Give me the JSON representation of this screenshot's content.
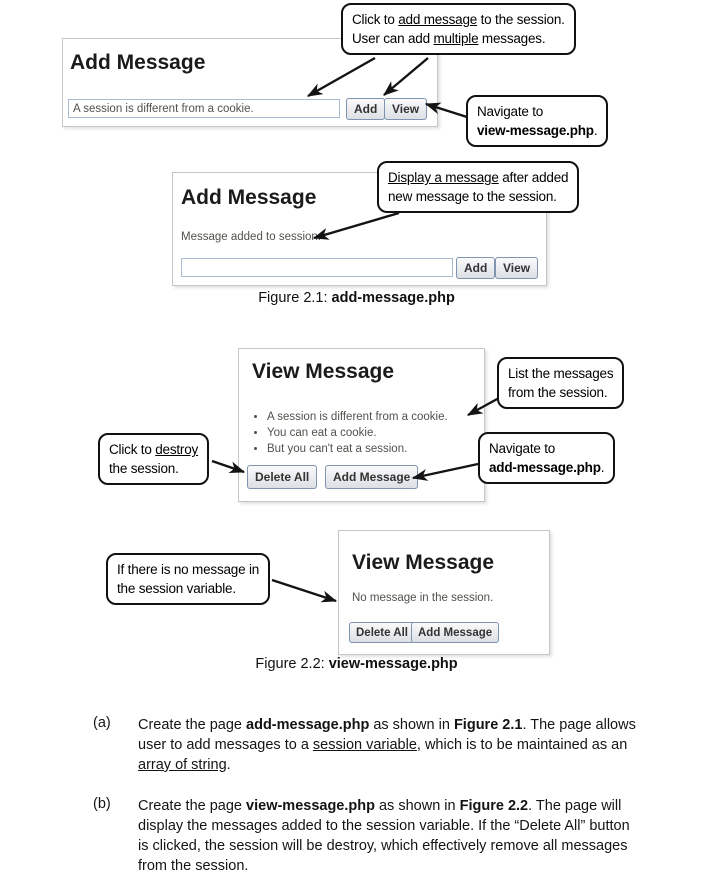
{
  "colors": {
    "callout_border": "#111111",
    "panel_border": "#c6c6c6",
    "button_border": "#7f94ae",
    "muted_text": "#52514b"
  },
  "callouts": {
    "c1": {
      "lines": [
        [
          {
            "t": "Click to "
          },
          {
            "t": "add message"
          },
          {
            "t": " to the session."
          }
        ],
        [
          {
            "t": "User can add "
          },
          {
            "t": "multiple"
          },
          {
            "t": " messages."
          }
        ]
      ]
    },
    "c2": {
      "lines": [
        [
          {
            "t": "Navigate to"
          }
        ],
        [
          {
            "t": "view-message.php"
          },
          {
            "t": "."
          }
        ]
      ]
    },
    "c3": {
      "lines": [
        [
          {
            "t": "Display a message"
          },
          {
            "t": " after added"
          }
        ],
        [
          {
            "t": "new message to the session."
          }
        ]
      ]
    },
    "c4": {
      "lines": [
        [
          {
            "t": "List the messages"
          }
        ],
        [
          {
            "t": "from the session."
          }
        ]
      ]
    },
    "c5": {
      "lines": [
        [
          {
            "t": "Click to "
          },
          {
            "t": "destroy"
          }
        ],
        [
          {
            "t": "the session."
          }
        ]
      ]
    },
    "c6": {
      "lines": [
        [
          {
            "t": "Navigate to"
          }
        ],
        [
          {
            "t": "add-message.php"
          },
          {
            "t": "."
          }
        ]
      ]
    },
    "c7": {
      "lines": [
        [
          {
            "t": "If there is no message in"
          }
        ],
        [
          {
            "t": "the session variable."
          }
        ]
      ]
    }
  },
  "screens": {
    "add1": {
      "title": "Add Message",
      "input_value": "A session is different from a cookie.",
      "add_button": "Add",
      "view_button": "View"
    },
    "add2": {
      "title": "Add Message",
      "status": "Message added to session.",
      "input_value": "",
      "add_button": "Add",
      "view_button": "View"
    },
    "view1": {
      "title": "View Message",
      "bullets": [
        "A session is different from a cookie.",
        "You can eat a cookie.",
        "But you can't eat a session."
      ],
      "delete_button": "Delete All",
      "add_button": "Add Message"
    },
    "view2": {
      "title": "View Message",
      "status": "No message in the session.",
      "delete_button": "Delete All",
      "add_button": "Add Message"
    }
  },
  "captions": {
    "fig21": {
      "prefix": "Figure 2.1: ",
      "file": "add-message.php"
    },
    "fig22": {
      "prefix": "Figure 2.2: ",
      "file": "view-message.php"
    }
  },
  "paragraphs": {
    "a": {
      "label": "(a)",
      "p0": "Create the page ",
      "p1": "add-message.php",
      "p2": " as shown in ",
      "p3": "Figure 2.1",
      "p4": ". The page allows user to add messages to a ",
      "p5": "session variable",
      "p6": ", which is to be maintained as an ",
      "p7": "array of string",
      "p8": "."
    },
    "b": {
      "label": "(b)",
      "p0": "Create the page ",
      "p1": "view-message.php",
      "p2": " as shown in ",
      "p3": "Figure 2.2",
      "p4": ". The page will display the messages added to the session variable. If the “Delete All” button is clicked, the session will be destroy, which effectively remove all messages from the session."
    }
  }
}
